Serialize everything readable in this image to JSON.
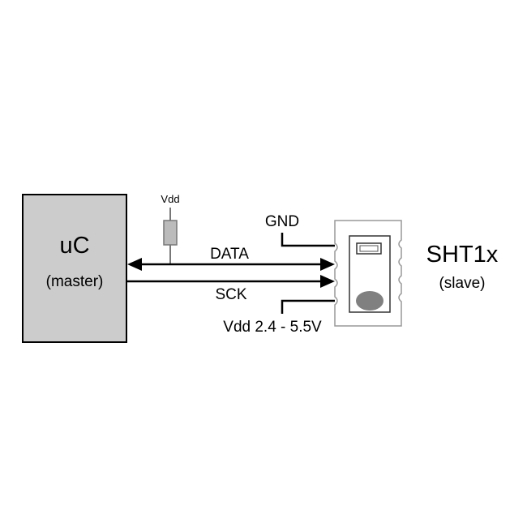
{
  "master": {
    "name": "uC",
    "role": "(master)",
    "fill_color": "#cccccc"
  },
  "slave": {
    "name": "SHT1x",
    "role": "(slave)",
    "sensor_color": "#808080"
  },
  "resistor": {
    "supply_label": "Vdd",
    "fill_color": "#bbbbbb"
  },
  "signals": {
    "data_label": "DATA",
    "clock_label": "SCK",
    "ground_label": "GND",
    "supply_label": "Vdd 2.4 - 5.5V"
  }
}
